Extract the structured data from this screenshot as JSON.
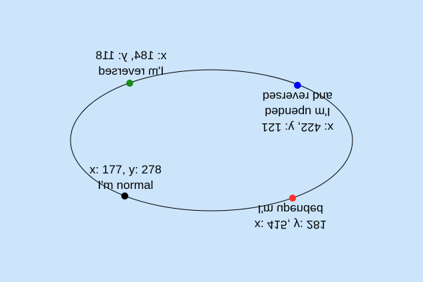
{
  "colors": {
    "background": "#cce5fa",
    "ellipse_stroke": "#000000"
  },
  "points": [
    {
      "id": "normal",
      "coord_text": "x: 177, y: 278",
      "caption_lines": [
        "I'm normal"
      ],
      "transform": "normal",
      "color": "#000000"
    },
    {
      "id": "reversed",
      "coord_text": "x: 184, y: 118",
      "caption_lines": [
        "I'm reversed"
      ],
      "transform": "reversed",
      "color": "#1a8a1a"
    },
    {
      "id": "upended",
      "coord_text": "x: 415, y: 281",
      "caption_lines": [
        "I'm upended"
      ],
      "transform": "upended",
      "color": "#ff3333"
    },
    {
      "id": "upended-reversed",
      "coord_text": "x: 422, y: 121",
      "caption_lines": [
        "I'm upended",
        "and reversed"
      ],
      "transform": "upended-reversed",
      "color": "#0000ff"
    }
  ]
}
